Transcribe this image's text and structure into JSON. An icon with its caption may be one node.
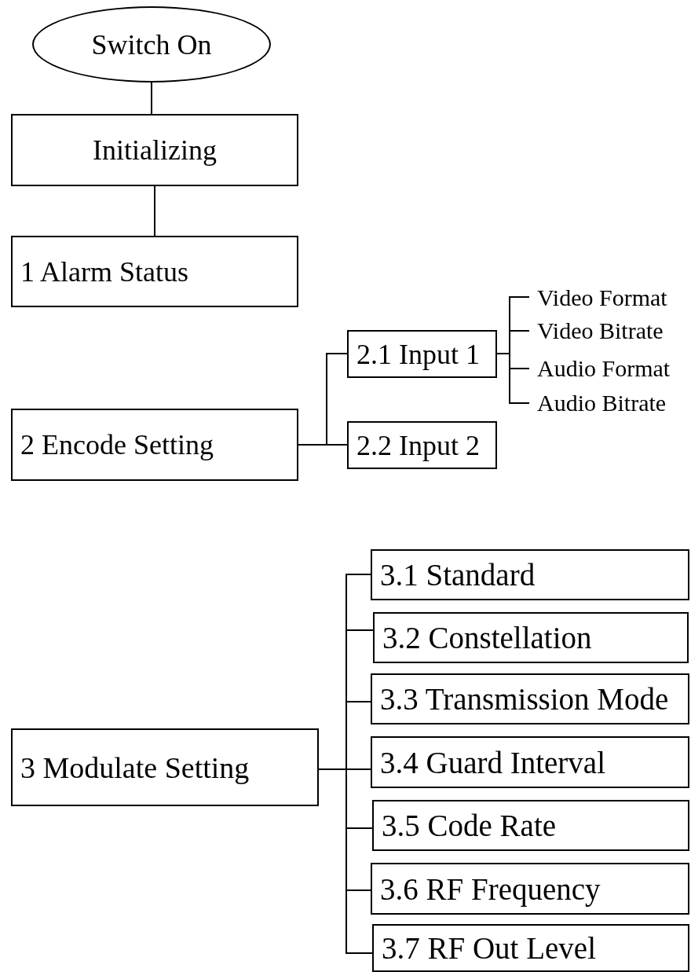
{
  "diagram": {
    "nodes": [
      {
        "text": [
          "Switch On"
        ]
      },
      {
        "text": [
          "Initializing"
        ]
      },
      {
        "text": [
          "1 Alarm Status"
        ]
      },
      {
        "text": [
          "2 Encode Setting"
        ]
      },
      {
        "text": [
          "2.1 Input 1"
        ]
      },
      {
        "text": [
          "2.2 Input 2"
        ]
      },
      {
        "text": [
          "Video Format"
        ]
      },
      {
        "text": [
          "Video Bitrate"
        ]
      },
      {
        "text": [
          "Audio Format"
        ]
      },
      {
        "text": [
          "Audio Bitrate"
        ]
      },
      {
        "text": [
          "3 Modulate Setting"
        ]
      },
      {
        "text": [
          "3.1 Standard"
        ]
      },
      {
        "text": [
          "3.2 Constellation"
        ]
      },
      {
        "text": [
          "3.3 Transmission Mode"
        ]
      },
      {
        "text": [
          "3.4 Guard Interval"
        ]
      },
      {
        "text": [
          "3.5 Code Rate"
        ]
      },
      {
        "text": [
          "3.6 RF Frequency"
        ]
      },
      {
        "text": [
          "3.7 RF Out Level"
        ]
      }
    ],
    "edges": [
      {
        "from": 0,
        "to": 1,
        "arrow": "none"
      },
      {
        "from": 1,
        "to": 2,
        "arrow": "none"
      },
      {
        "from": 3,
        "to": 4,
        "arrow": "none"
      },
      {
        "from": 3,
        "to": 5,
        "arrow": "none"
      },
      {
        "from": 4,
        "to": 6,
        "arrow": "none"
      },
      {
        "from": 4,
        "to": 7,
        "arrow": "none"
      },
      {
        "from": 4,
        "to": 8,
        "arrow": "none"
      },
      {
        "from": 4,
        "to": 9,
        "arrow": "none"
      },
      {
        "from": 10,
        "to": 11,
        "arrow": "none"
      },
      {
        "from": 10,
        "to": 12,
        "arrow": "none"
      },
      {
        "from": 10,
        "to": 13,
        "arrow": "none"
      },
      {
        "from": 10,
        "to": 14,
        "arrow": "none"
      },
      {
        "from": 10,
        "to": 15,
        "arrow": "none"
      },
      {
        "from": 10,
        "to": 16,
        "arrow": "none"
      },
      {
        "from": 10,
        "to": 17,
        "arrow": "none"
      }
    ]
  }
}
